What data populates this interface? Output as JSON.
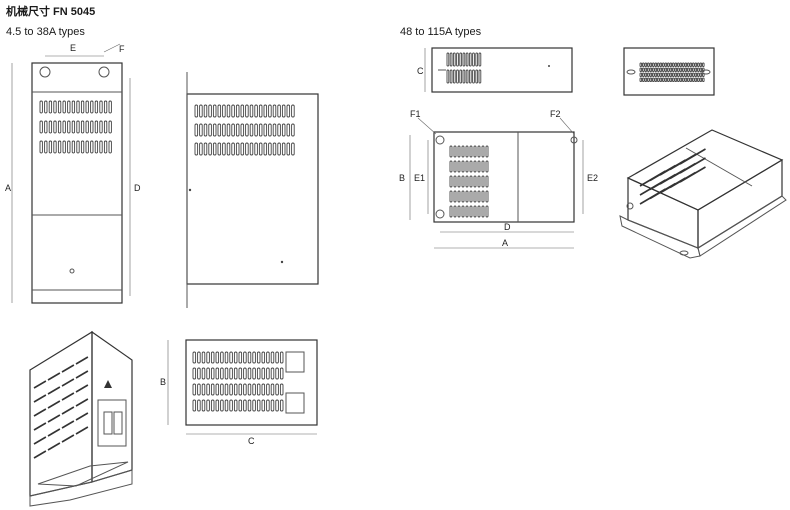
{
  "header": {
    "title": "机械尺寸 FN 5045",
    "left_subtitle": "4.5 to 38A types",
    "right_subtitle": "48 to 115A types"
  },
  "dimension_labels": {
    "small_front": {
      "E": "E",
      "F": "F",
      "A": "A",
      "D": "D"
    },
    "small_top": {
      "B": "B",
      "C": "C"
    },
    "large_side": {
      "C": "C"
    },
    "large_front": {
      "F1": "F1",
      "F2": "F2",
      "B": "B",
      "E1": "E1",
      "E2": "E2",
      "D": "D",
      "A": "A"
    }
  }
}
